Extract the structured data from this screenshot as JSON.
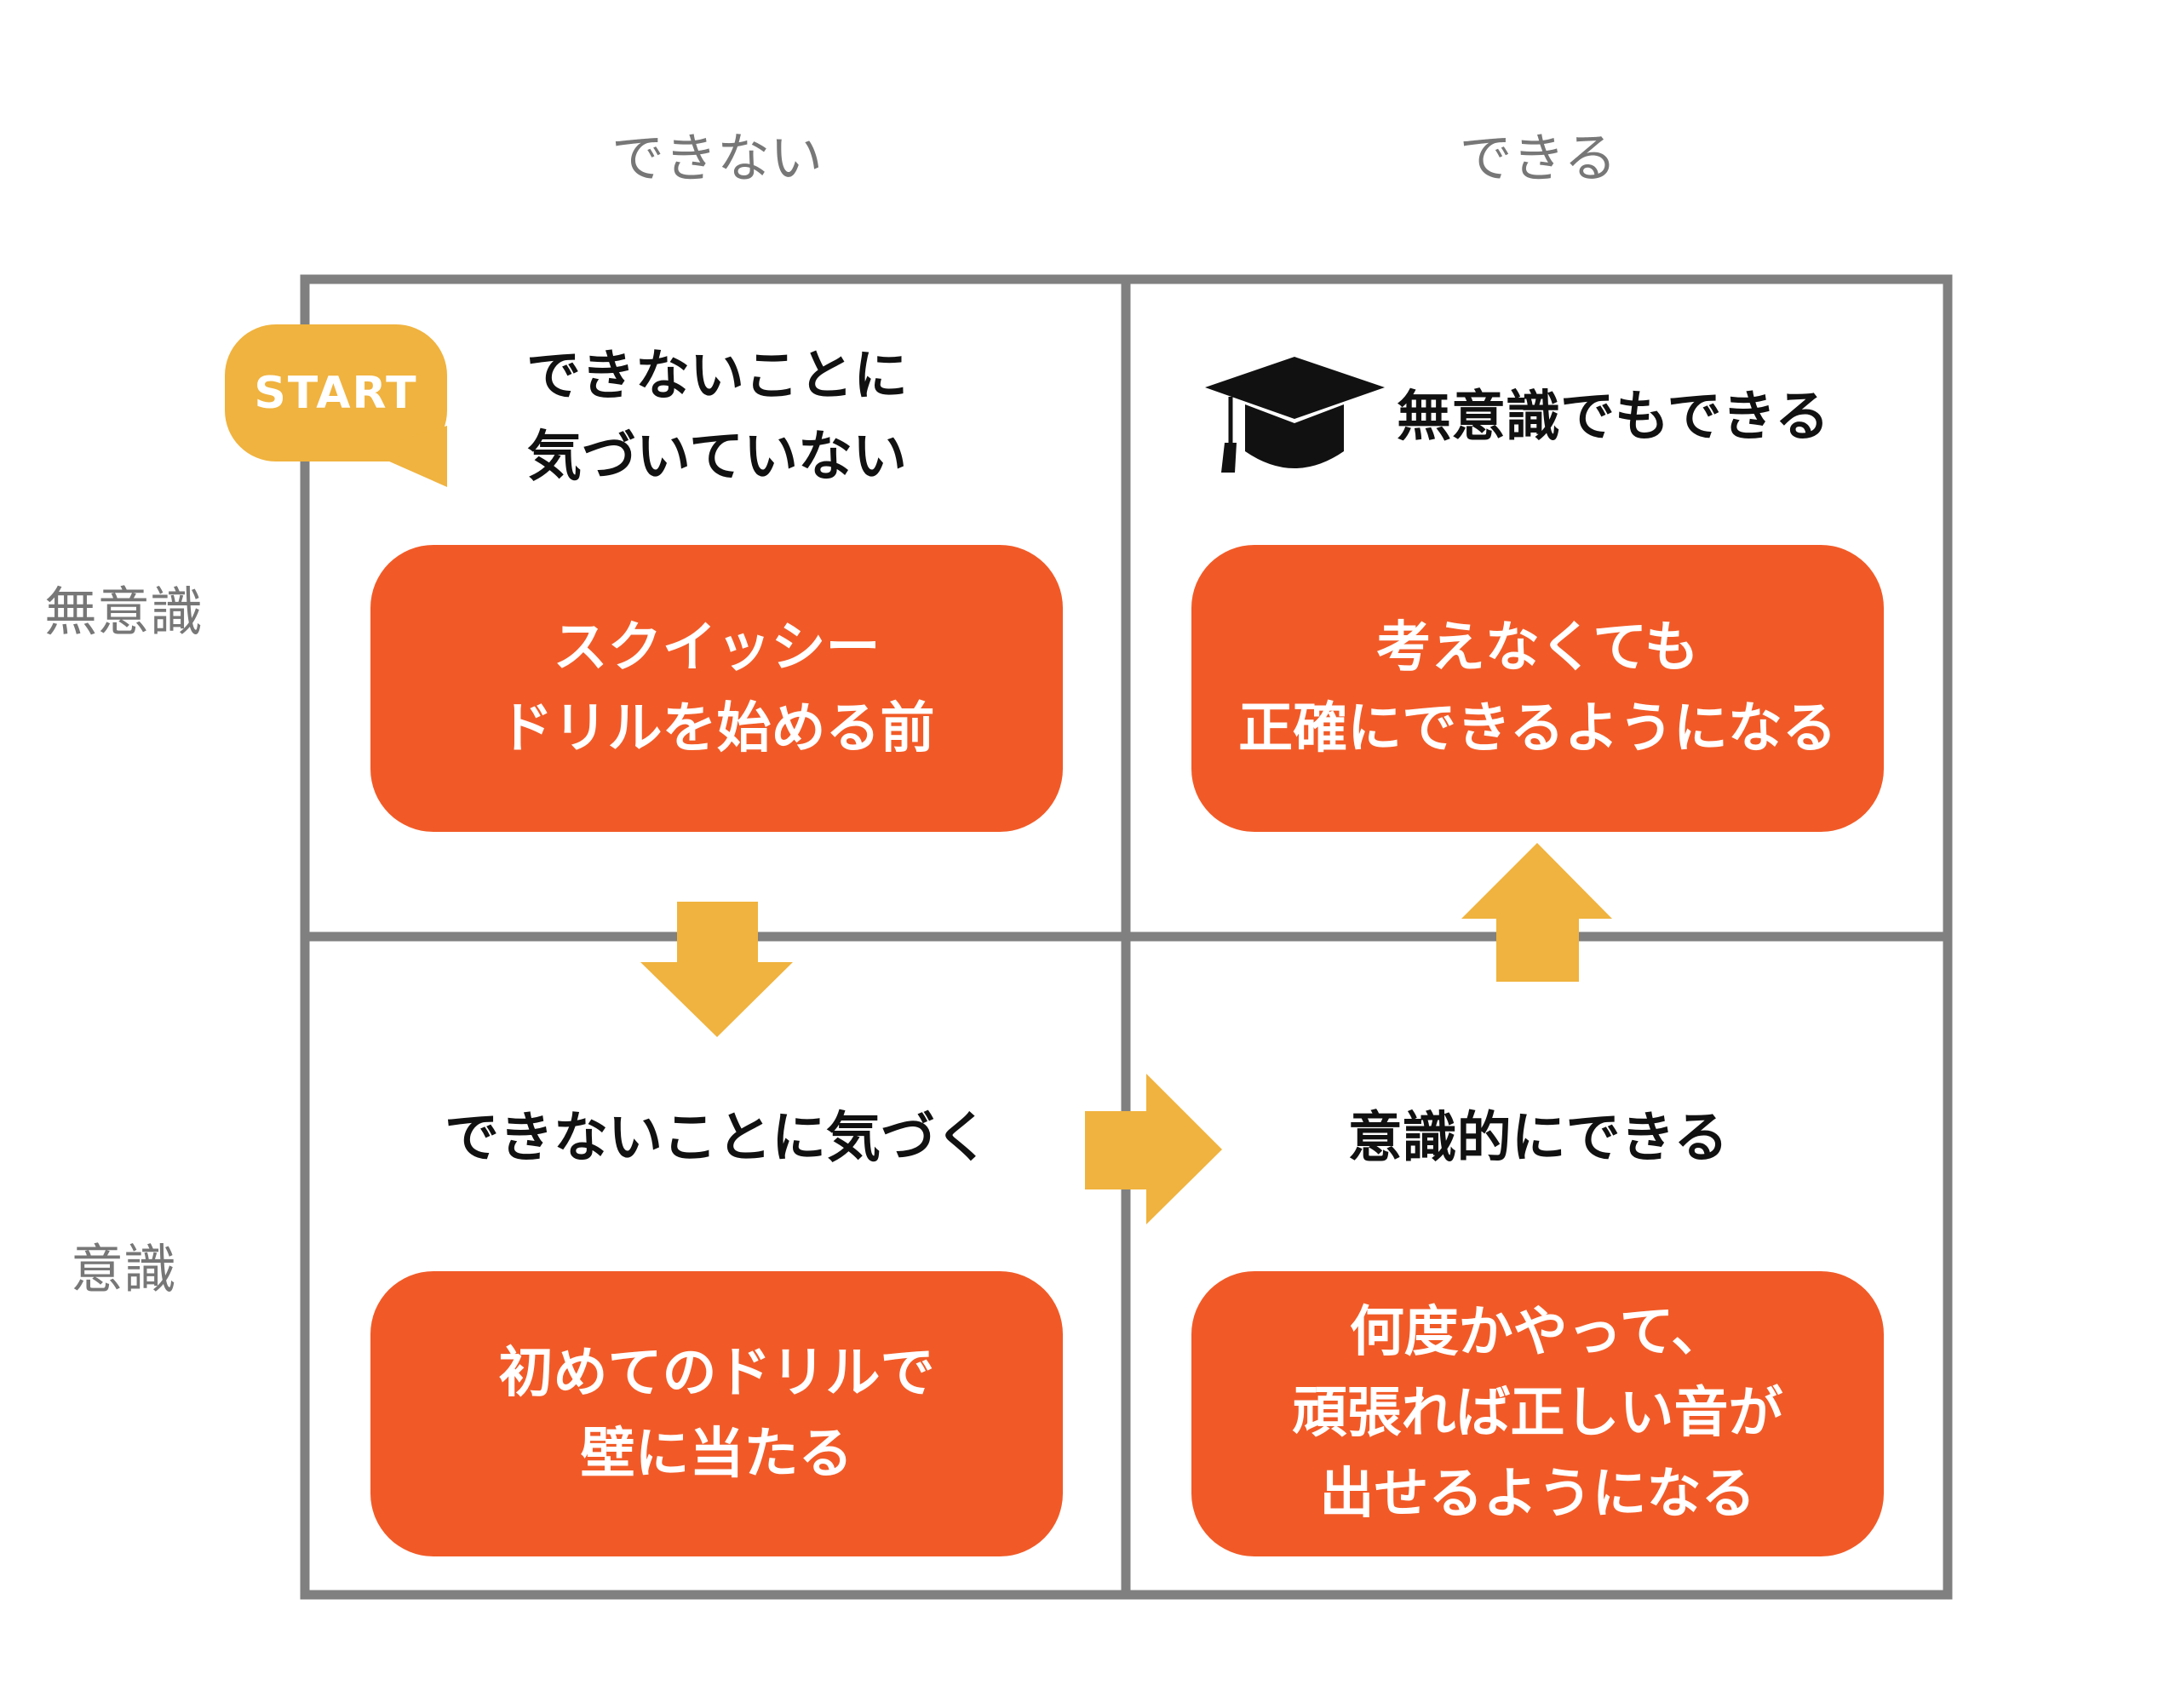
{
  "columns": {
    "cannot": "できない",
    "can": "できる"
  },
  "rows": {
    "unconscious": "無意識",
    "conscious": "意識"
  },
  "start_label": "START",
  "quadrants": {
    "top_left": {
      "title": [
        "できないことに",
        "気づいていない"
      ],
      "box": [
        "スクイッシー",
        "ドリルを始める前"
      ]
    },
    "top_right": {
      "title": [
        "無意識でもできる"
      ],
      "box": [
        "考えなくても",
        "正確にできるようになる"
      ]
    },
    "bottom_left": {
      "title": [
        "できないことに気づく"
      ],
      "box": [
        "初めてのドリルで",
        "壁に当たる"
      ]
    },
    "bottom_right": {
      "title": [
        "意識的にできる"
      ],
      "box": [
        "何度かやって、",
        "頑張れば正しい音が",
        "出せるようになる"
      ]
    }
  },
  "colors": {
    "grid": "#808080",
    "box": "#F15A27",
    "arrow": "#F0B33F",
    "axis_text": "#777777"
  }
}
